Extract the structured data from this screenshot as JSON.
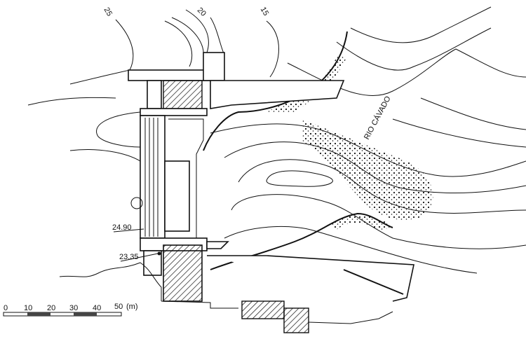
{
  "contour_labels": {
    "c25": "25",
    "c20": "20",
    "c15": "15"
  },
  "river_label": "RIO CÁVADO",
  "elevations": {
    "upper": "24.90",
    "lower": "23.35"
  },
  "scale_bar": {
    "ticks": [
      "0",
      "10",
      "20",
      "30",
      "40",
      "50"
    ],
    "unit": "(m)"
  }
}
